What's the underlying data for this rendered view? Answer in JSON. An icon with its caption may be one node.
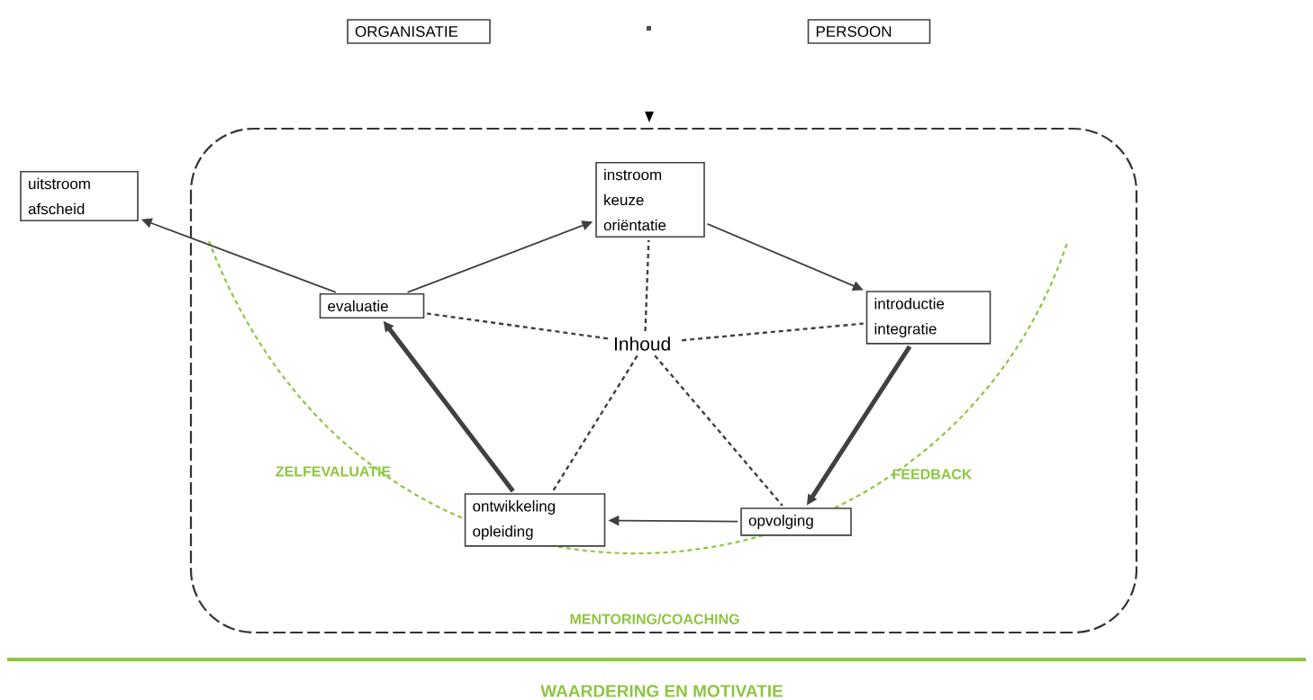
{
  "diagram": {
    "nodes": [
      {
        "text": [
          "ORGANISATIE"
        ]
      },
      {
        "text": [
          "PERSOON"
        ]
      },
      {
        "text": [
          "uitstroom afscheid"
        ]
      },
      {
        "text": [
          "instroom keuze oriëntatie"
        ]
      },
      {
        "text": [
          "evaluatie"
        ]
      },
      {
        "text": [
          "introductie integratie"
        ]
      },
      {
        "text": [
          "Inhoud"
        ]
      },
      {
        "text": [
          "ontwikkeling opleiding"
        ]
      },
      {
        "text": [
          "opvolging"
        ]
      }
    ],
    "edges": [
      {
        "from": 4,
        "to": 2,
        "arrow": "to"
      },
      {
        "from": 4,
        "to": 3,
        "arrow": "to"
      },
      {
        "from": 3,
        "to": 5,
        "arrow": "to"
      },
      {
        "from": 5,
        "to": 8,
        "arrow": "to",
        "style": "thick"
      },
      {
        "from": 8,
        "to": 7,
        "arrow": "to"
      },
      {
        "from": 7,
        "to": 4,
        "arrow": "to",
        "style": "thick"
      },
      {
        "from": 6,
        "to": 3,
        "arrow": "none",
        "style": "dashed"
      },
      {
        "from": 6,
        "to": 4,
        "arrow": "none",
        "style": "dashed"
      },
      {
        "from": 6,
        "to": 5,
        "arrow": "none",
        "style": "dashed"
      },
      {
        "from": 6,
        "to": 7,
        "arrow": "none",
        "style": "dashed"
      },
      {
        "from": 6,
        "to": 8,
        "arrow": "none",
        "style": "dashed"
      }
    ],
    "labels": [
      "ZELFEVALUATIE",
      "FEEDBACK",
      "MENTORING/COACHING",
      "WAARDERING EN MOTIVATIE"
    ]
  }
}
